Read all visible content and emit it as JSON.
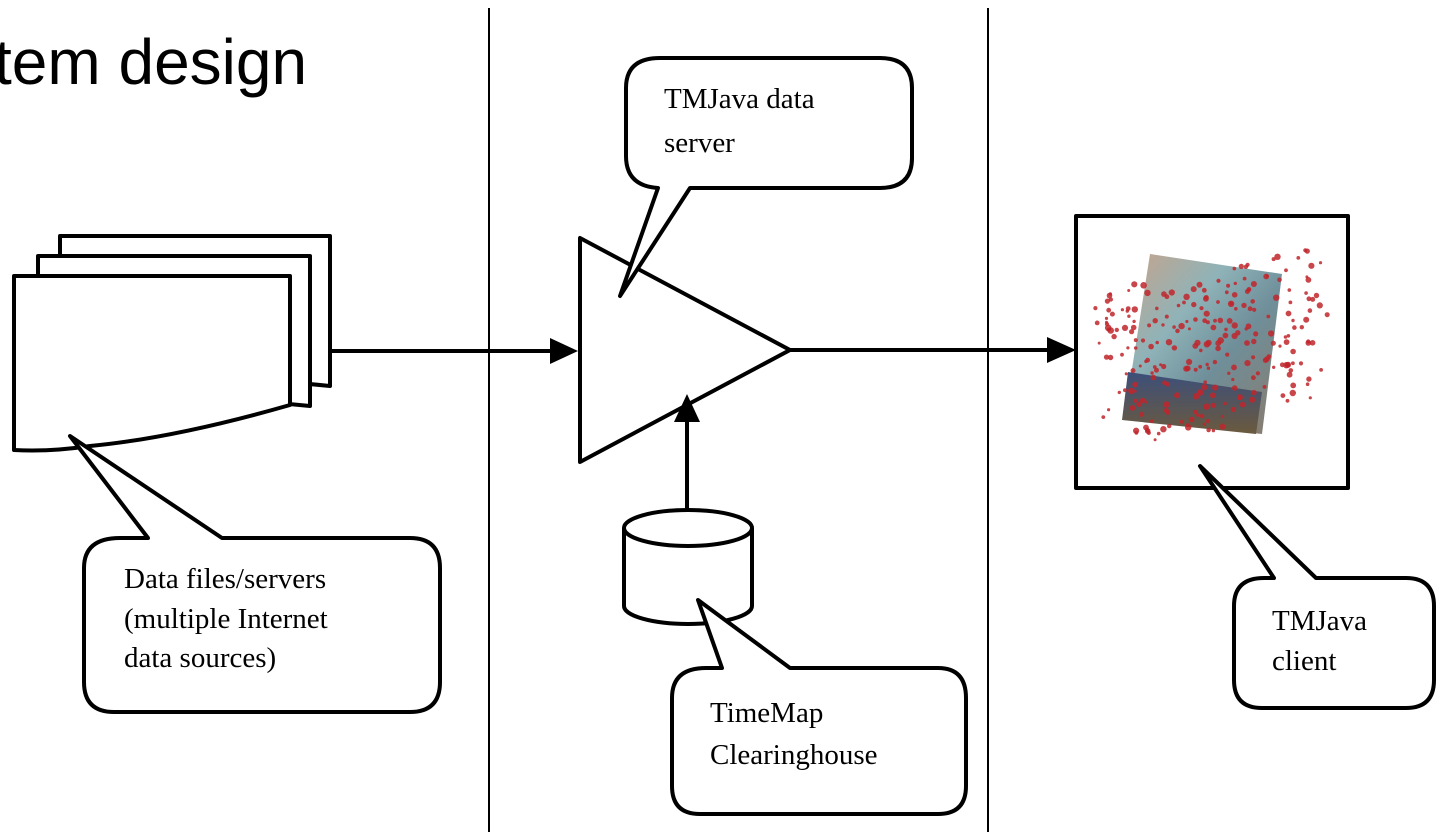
{
  "title": "tem design",
  "labels": {
    "server": [
      "TMJava data",
      "server"
    ],
    "sources": [
      "Data files/servers",
      "(multiple Internet",
      "data sources)"
    ],
    "clearinghouse": [
      "TimeMap",
      "Clearinghouse"
    ],
    "client": [
      "TMJava",
      "client"
    ]
  },
  "colors": {
    "line": "#000000",
    "background": "#ffffff",
    "dots": "#c0262c"
  }
}
